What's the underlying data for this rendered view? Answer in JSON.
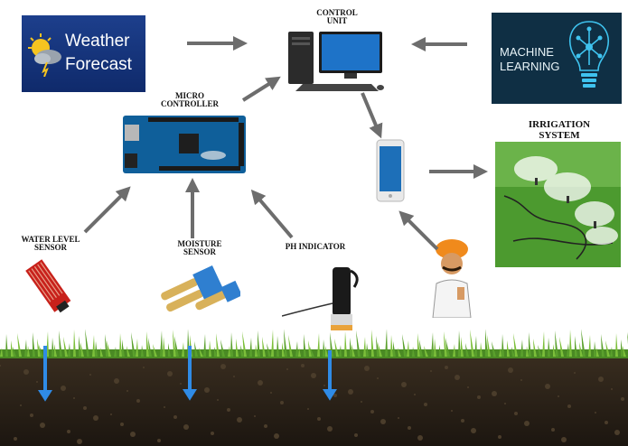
{
  "labels": {
    "control_unit": [
      "CONTROL",
      "UNIT"
    ],
    "micro_controller": [
      "MICRO",
      "CONTROLLER"
    ],
    "irrigation_system": [
      "IRRIGATION",
      "SYSTEM"
    ],
    "water_level_sensor": [
      "WATER LEVEL",
      "SENSOR"
    ],
    "moisture_sensor": [
      "MOISTURE",
      "SENSOR"
    ],
    "ph_indicator": "PH INDICATOR"
  },
  "weather_forecast": {
    "line1": "Weather",
    "line2": "Forecast"
  },
  "machine_learning": {
    "line1": "MACHINE",
    "line2": "LEARNING"
  },
  "colors": {
    "arrow": "#6d6d6d",
    "water_arrow": "#2f8be6",
    "weather_bg": "#1a3a85",
    "ml_bg": "#0f2f44",
    "ml_accent": "#3fc3ef",
    "soil": "#2a2218",
    "grass": "#5aa02c"
  },
  "icons": [
    "sun-cloud-icon",
    "lightbulb-brain-icon",
    "desktop-computer-icon",
    "smartphone-icon",
    "arduino-board-icon",
    "sprinkler-field-image",
    "farmer-icon",
    "water-level-sensor-icon",
    "moisture-sensor-icon",
    "ph-probe-icon",
    "water-arrow-icon"
  ]
}
